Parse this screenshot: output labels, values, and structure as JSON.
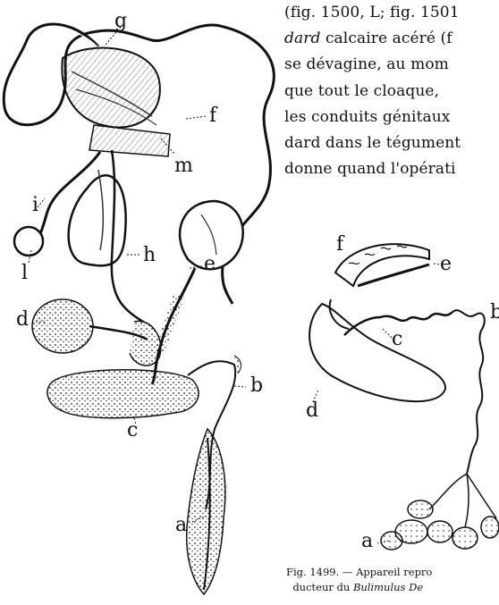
{
  "paragraph": {
    "line1": "(fig. 1500, L; fig. 1501",
    "line2_italic": "dard",
    "line2_rest": " calcaire acéré (f",
    "line3": "se dévagine, au mom",
    "line4": "que tout le cloaque,",
    "line5": "les conduits génitaux",
    "line6": "dard dans le tégument",
    "line7": "donne quand l'opérati"
  },
  "figure_left": {
    "labels": {
      "g": "g",
      "f": "f",
      "m": "m",
      "i": "i",
      "l": "l",
      "h": "h",
      "e": "e",
      "d": "d",
      "b": "b",
      "c": "c",
      "a": "a"
    }
  },
  "figure_right": {
    "labels": {
      "f": "f",
      "e": "e",
      "b": "b",
      "c": "c",
      "d": "d",
      "a": "a"
    }
  },
  "caption": {
    "line1": "Fig. 1499. — Appareil repro",
    "line2_prefix": "ducteur du ",
    "line2_italic": "Bulimulus De"
  }
}
